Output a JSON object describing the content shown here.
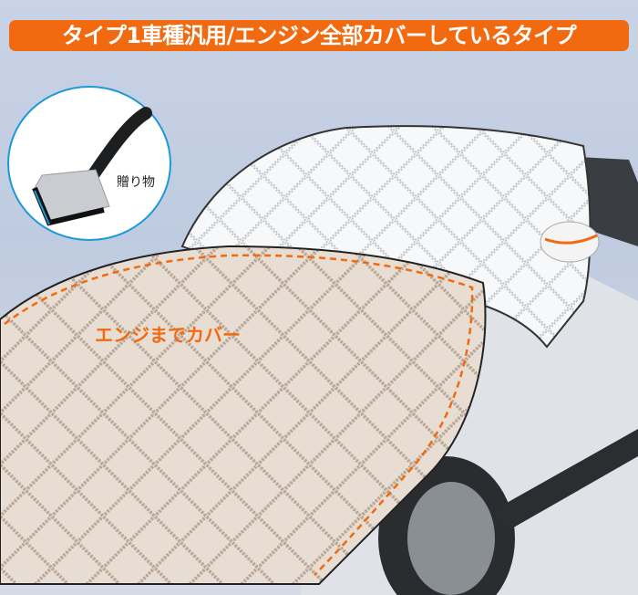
{
  "banner": {
    "text": "タイプ1車種汎用/エンジン全部カバーしているタイプ",
    "color": "#f26a10"
  },
  "gift": {
    "label": "贈り物",
    "border_color": "#1a9ad6"
  },
  "callout": {
    "text": "エンジまでカバー",
    "color": "#f26a10"
  }
}
